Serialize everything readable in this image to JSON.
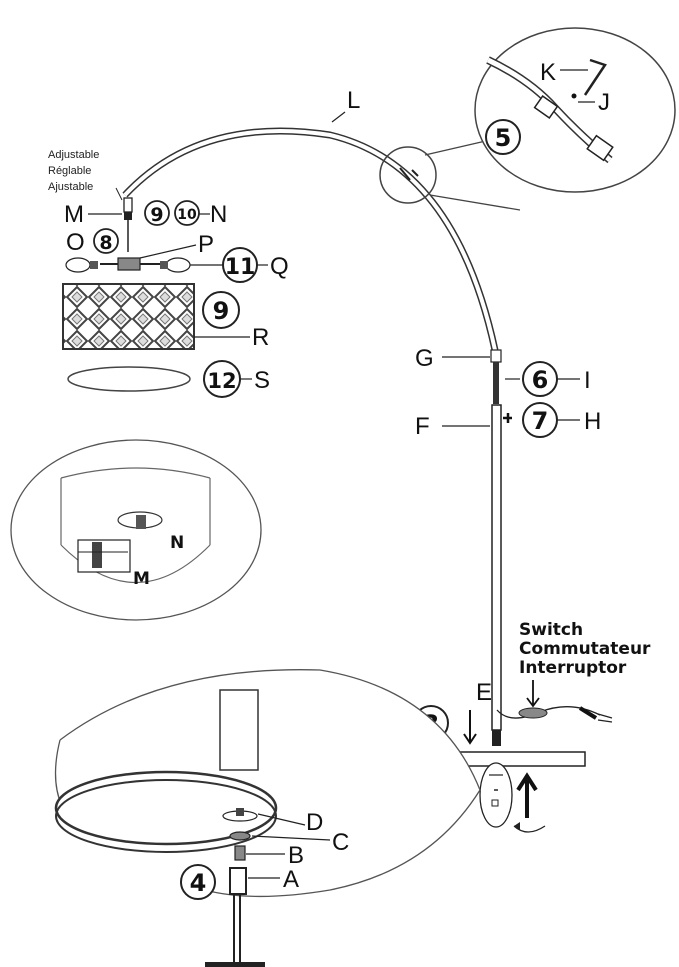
{
  "adjust_labels": [
    "Adjustable",
    "Réglable",
    "Ajustable"
  ],
  "switch_labels": [
    "Switch",
    "Commutateur",
    "Interruptor"
  ],
  "letters": {
    "L": "L",
    "K": "K",
    "J": "J",
    "M": "M",
    "N": "N",
    "O": "O",
    "P": "P",
    "Q": "Q",
    "R": "R",
    "S": "S",
    "G": "G",
    "I": "I",
    "F": "F",
    "H": "H",
    "E": "E",
    "D": "D",
    "C": "C",
    "B": "B",
    "A": "A",
    "N2": "N",
    "M2": "M"
  },
  "steps": {
    "s3": "3",
    "s4": "4",
    "s5": "5",
    "s6": "6",
    "s7": "7",
    "s8": "8",
    "s9a": "9",
    "s9b": "9",
    "s10": "10",
    "s11": "11",
    "s12": "12"
  }
}
